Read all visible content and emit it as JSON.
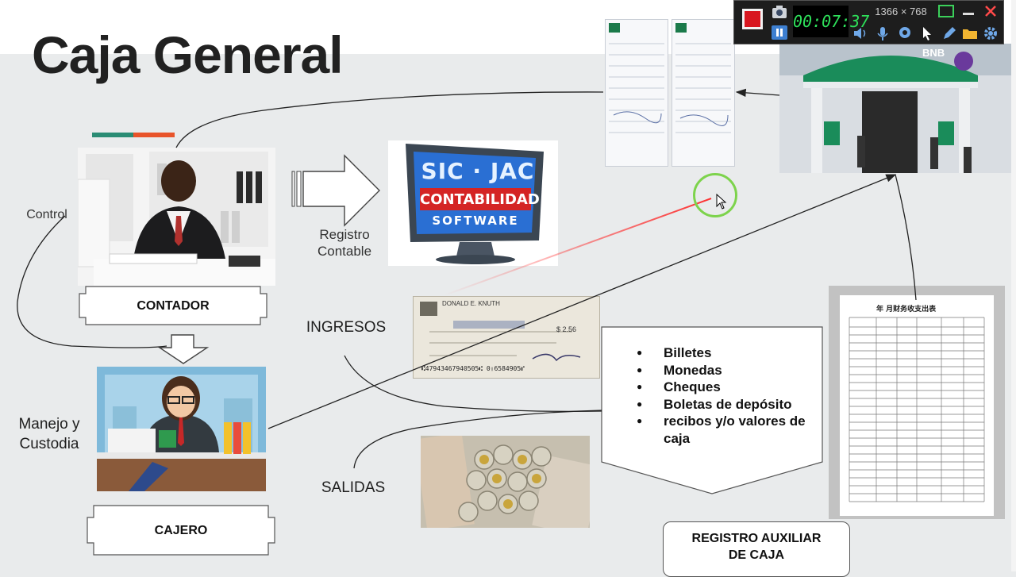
{
  "slide": {
    "title": "Caja General",
    "labels": {
      "control": "Control",
      "registro_contable": "Registro\nContable",
      "manejo_custodia": "Manejo y\nCustodia",
      "ingresos": "INGRESOS",
      "salidas": "SALIDAS"
    },
    "roles": {
      "contador": "CONTADOR",
      "cajero": "CAJERO",
      "registro_auxiliar": "REGISTRO AUXILIAR\nDE CAJA"
    },
    "software": {
      "line1": "SIC · JAC",
      "line2": "CONTABILIDAD",
      "line3": "SOFTWARE"
    },
    "bank_sign": "BNB",
    "cheque": {
      "name": "DONALD E. KNUTH",
      "amount": "$ 2.56",
      "numbers": "⑆47943467940505⑆ 0∥6584905⑈"
    },
    "ledger_title": "年   月财务收支出表",
    "bullets": [
      "Billetes",
      "Monedas",
      "Cheques",
      "Boletas de depósito",
      "recibos y/o valores de caja"
    ]
  },
  "recorder": {
    "timer": "00:07:37",
    "resolution": "1366 × 768",
    "icons": [
      "record-icon",
      "camera-icon",
      "pause-icon",
      "speaker-icon",
      "microphone-icon",
      "webcam-icon",
      "cursor-icon",
      "pen-icon",
      "folder-icon",
      "gear-icon",
      "screen-icon",
      "minimize-icon",
      "close-icon"
    ]
  },
  "colors": {
    "accent_teal": "#2a8c74",
    "accent_orange": "#e8542a",
    "background": "#e9ebec",
    "cursor_highlight": "#7dd34c"
  }
}
